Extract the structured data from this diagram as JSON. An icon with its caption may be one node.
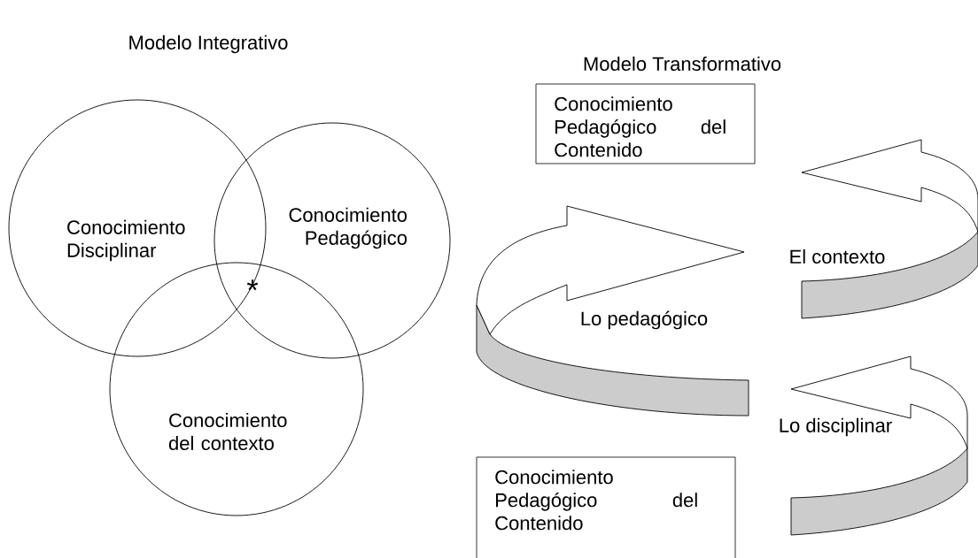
{
  "diagram": {
    "nodes": [
      {
        "text": [
          "Conocimiento Disciplinar"
        ]
      },
      {
        "text": [
          "Conocimiento Pedagógico"
        ]
      },
      {
        "text": [
          "Conocimiento del contexto"
        ]
      },
      {
        "text": [
          "Conocimiento Pedagógico del Contenido"
        ]
      },
      {
        "text": [
          "Conocimiento Pedagógico del Contenido"
        ]
      }
    ],
    "labels": [
      "Modelo Integrativo",
      "Modelo Transformativo",
      "*",
      "El contexto",
      "Lo pedagógico",
      "Lo disciplinar"
    ]
  }
}
